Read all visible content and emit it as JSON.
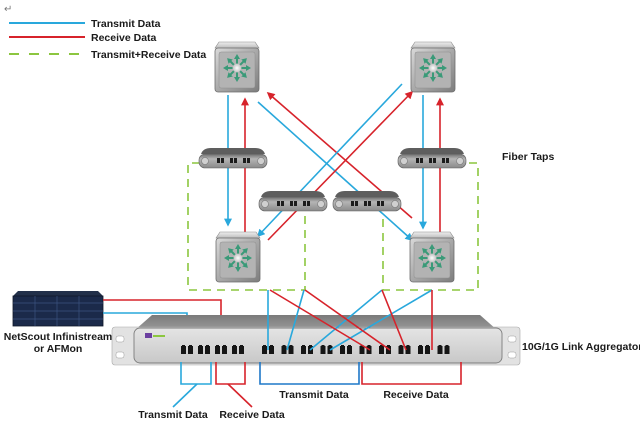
{
  "colors": {
    "transmit": "#29a8dc",
    "receive": "#d7232b",
    "tap_link": "#8cc63f",
    "bracket_transmit": "#1f78c8",
    "bracket_receive": "#d7232b"
  },
  "legend": {
    "items": [
      {
        "label": "Transmit Data",
        "style": "solid",
        "color_key": "transmit"
      },
      {
        "label": "Receive Data",
        "style": "solid",
        "color_key": "receive"
      },
      {
        "label": "Transmit+Receive Data",
        "style": "dashed",
        "color_key": "tap_link"
      }
    ]
  },
  "labels": {
    "fiber_taps": "Fiber Taps",
    "link_aggregator": "10G/1G Link Aggregator",
    "monitor_line1": "NetScout Infinistream",
    "monitor_line2": "or AFMon",
    "tool_transmit": "Transmit Data",
    "tool_receive": "Receive Data",
    "network_transmit": "Transmit Data",
    "network_receive": "Receive Data",
    "return_mark": "↵"
  },
  "devices": {
    "switches": [
      {
        "id": "switch-top-left",
        "role": "core switch"
      },
      {
        "id": "switch-top-right",
        "role": "core switch"
      },
      {
        "id": "switch-bottom-left",
        "role": "distribution switch"
      },
      {
        "id": "switch-bottom-right",
        "role": "distribution switch"
      }
    ],
    "taps": [
      {
        "id": "tap-left",
        "ports": 3
      },
      {
        "id": "tap-center-left",
        "ports": 3
      },
      {
        "id": "tap-center-right",
        "ports": 3
      },
      {
        "id": "tap-right",
        "ports": 3
      }
    ],
    "aggregator": {
      "tool_ports": 4,
      "network_ports": 10
    }
  }
}
